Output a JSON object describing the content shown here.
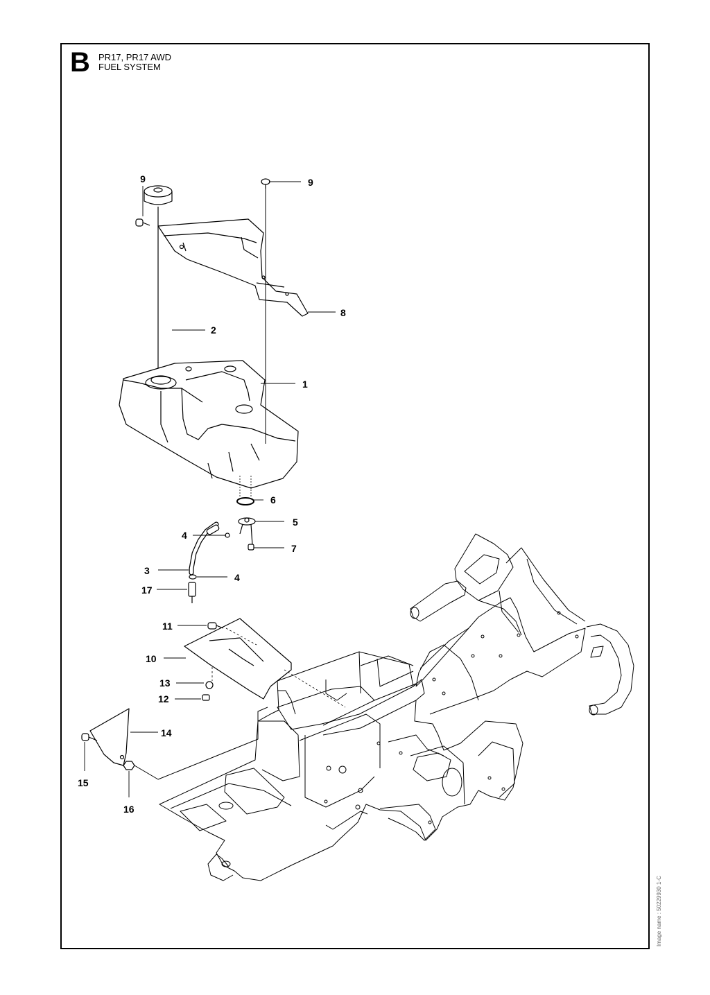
{
  "header": {
    "section": "B",
    "models": "PR17, PR17 AWD",
    "system": "FUEL SYSTEM"
  },
  "footer": {
    "image_name": "Image name : 50229930 1-C"
  },
  "callouts": [
    {
      "id": "c9a",
      "label": "9"
    },
    {
      "id": "c9b",
      "label": "9"
    },
    {
      "id": "c8",
      "label": "8"
    },
    {
      "id": "c2",
      "label": "2"
    },
    {
      "id": "c1",
      "label": "1"
    },
    {
      "id": "c6",
      "label": "6"
    },
    {
      "id": "c5",
      "label": "5"
    },
    {
      "id": "c4a",
      "label": "4"
    },
    {
      "id": "c7",
      "label": "7"
    },
    {
      "id": "c3",
      "label": "3"
    },
    {
      "id": "c4b",
      "label": "4"
    },
    {
      "id": "c17",
      "label": "17"
    },
    {
      "id": "c11",
      "label": "11"
    },
    {
      "id": "c10",
      "label": "10"
    },
    {
      "id": "c13",
      "label": "13"
    },
    {
      "id": "c12",
      "label": "12"
    },
    {
      "id": "c14",
      "label": "14"
    },
    {
      "id": "c15",
      "label": "15"
    },
    {
      "id": "c16",
      "label": "16"
    }
  ]
}
